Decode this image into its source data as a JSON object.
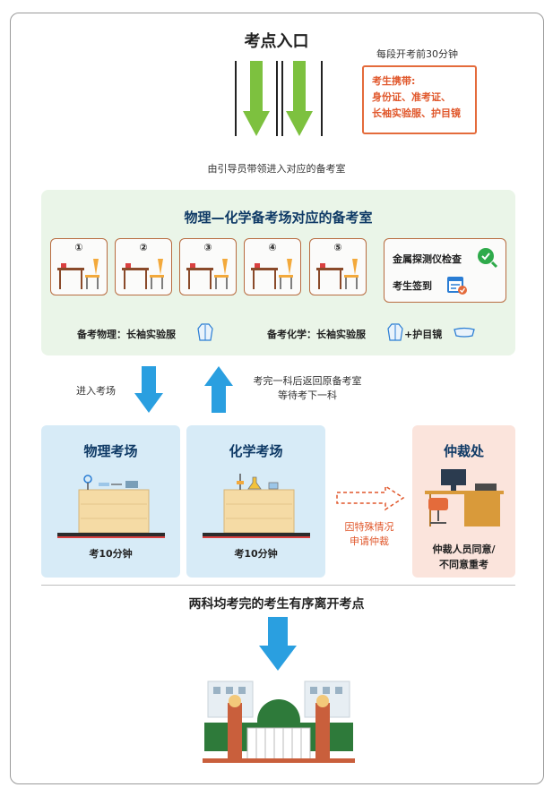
{
  "entrance": {
    "title": "考点入口",
    "time_note": "每段开考前30分钟",
    "carry": {
      "heading": "考生携带:",
      "line1": "身份证、准考证、",
      "line2": "长袖实验服、护目镜"
    },
    "guide_text": "由引导员带领进入对应的备考室"
  },
  "prep": {
    "title": "物理—化学备考场对应的备考室",
    "rooms": [
      "①",
      "②",
      "③",
      "④",
      "⑤"
    ],
    "check_metal": "金属探测仪检查",
    "check_signin": "考生签到",
    "physics_prep": "备考物理：长袖实验服",
    "chemistry_prep": "备考化学：长袖实验服",
    "chemistry_prep_plus": "+护目镜"
  },
  "flow": {
    "enter_exam": "进入考场",
    "return_line1": "考完一科后返回原备考室",
    "return_line2": "等待考下一科"
  },
  "exams": {
    "physics_title": "物理考场",
    "physics_time": "考10分钟",
    "chemistry_title": "化学考场",
    "chemistry_time": "考10分钟"
  },
  "arbitration": {
    "title": "仲裁处",
    "reason_line1": "因特殊情况",
    "reason_line2": "申请仲裁",
    "result_line1": "仲裁人员同意/",
    "result_line2": "不同意重考"
  },
  "final": {
    "text": "两科均考完的考生有序离开考点"
  },
  "colors": {
    "green_arrow": "#7dc13f",
    "blue_arrow": "#2a9fe0",
    "orange": "#e46b3b",
    "navy": "#0f3a66"
  }
}
